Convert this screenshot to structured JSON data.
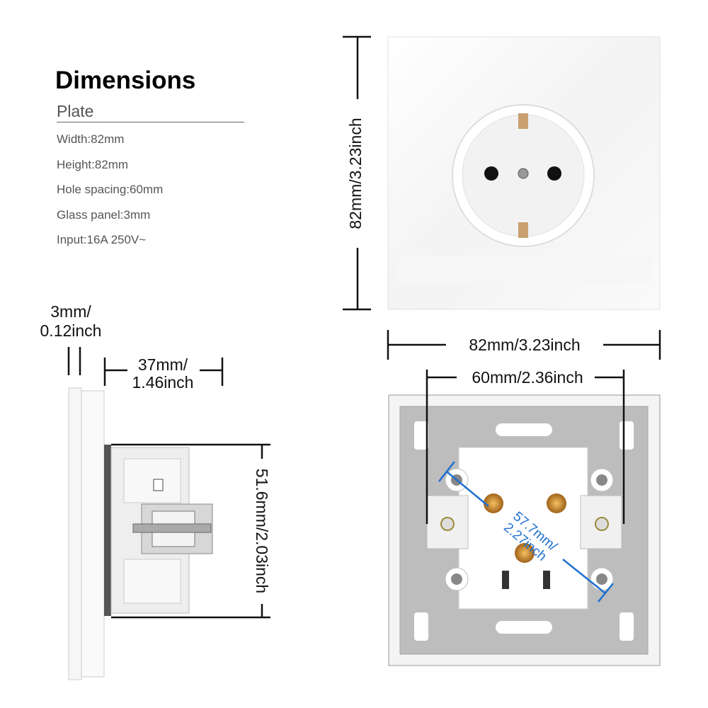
{
  "heading": {
    "title": "Dimensions",
    "subtitle": "Plate"
  },
  "specs": [
    "Width:82mm",
    "Height:82mm",
    "Hole spacing:60mm",
    "Glass panel:3mm",
    "Input:16A 250V~"
  ],
  "front_view": {
    "height_label": "82mm/3.23inch"
  },
  "back_view": {
    "width_label": "82mm/3.23inch",
    "hole_spacing_label": "60mm/2.36inch",
    "diagonal_line1": "57.7mm/",
    "diagonal_line2": "2.27inch",
    "accent_color": "#1e6fd0"
  },
  "side_view": {
    "glass_line1": "3mm/",
    "glass_line2": "0.12inch",
    "depth_line1": "37mm/",
    "depth_line2": "1.46inch",
    "body_height_label": "51.6mm/2.03inch"
  }
}
